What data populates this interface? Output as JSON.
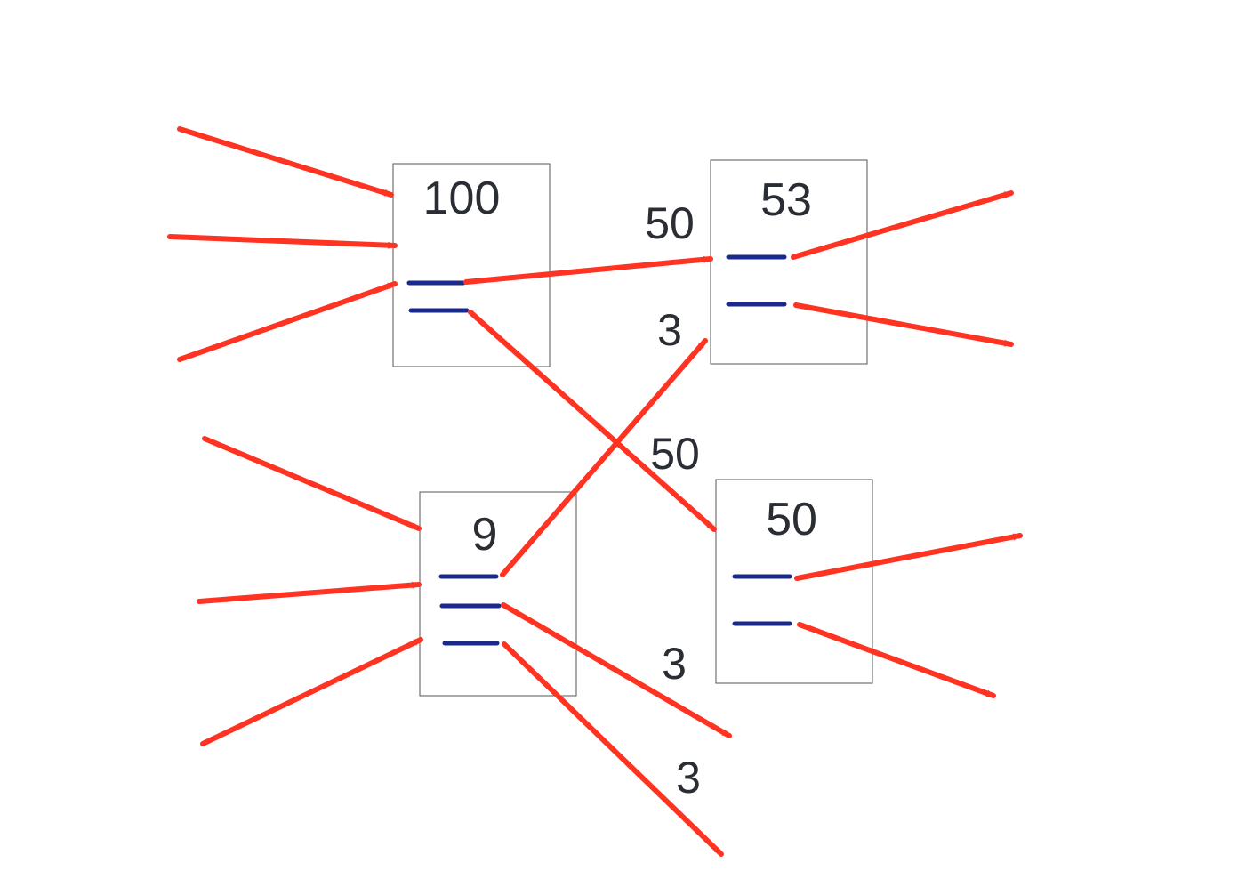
{
  "colors": {
    "arrow": "#ff3322",
    "port": "#1a2a8c",
    "box_border": "#555555",
    "text": "#2a2d34"
  },
  "nodes": [
    {
      "id": "node-a",
      "value": "100"
    },
    {
      "id": "node-b",
      "value": "53"
    },
    {
      "id": "node-c",
      "value": "9"
    },
    {
      "id": "node-d",
      "value": "50"
    }
  ],
  "edge_labels": [
    {
      "id": "a-to-b",
      "text": "50"
    },
    {
      "id": "c-to-b",
      "text": "3"
    },
    {
      "id": "a-to-d",
      "text": "50"
    },
    {
      "id": "c-out-1",
      "text": "3"
    },
    {
      "id": "c-out-2",
      "text": "3"
    }
  ],
  "arrowhead_icon": "arrowhead-icon"
}
